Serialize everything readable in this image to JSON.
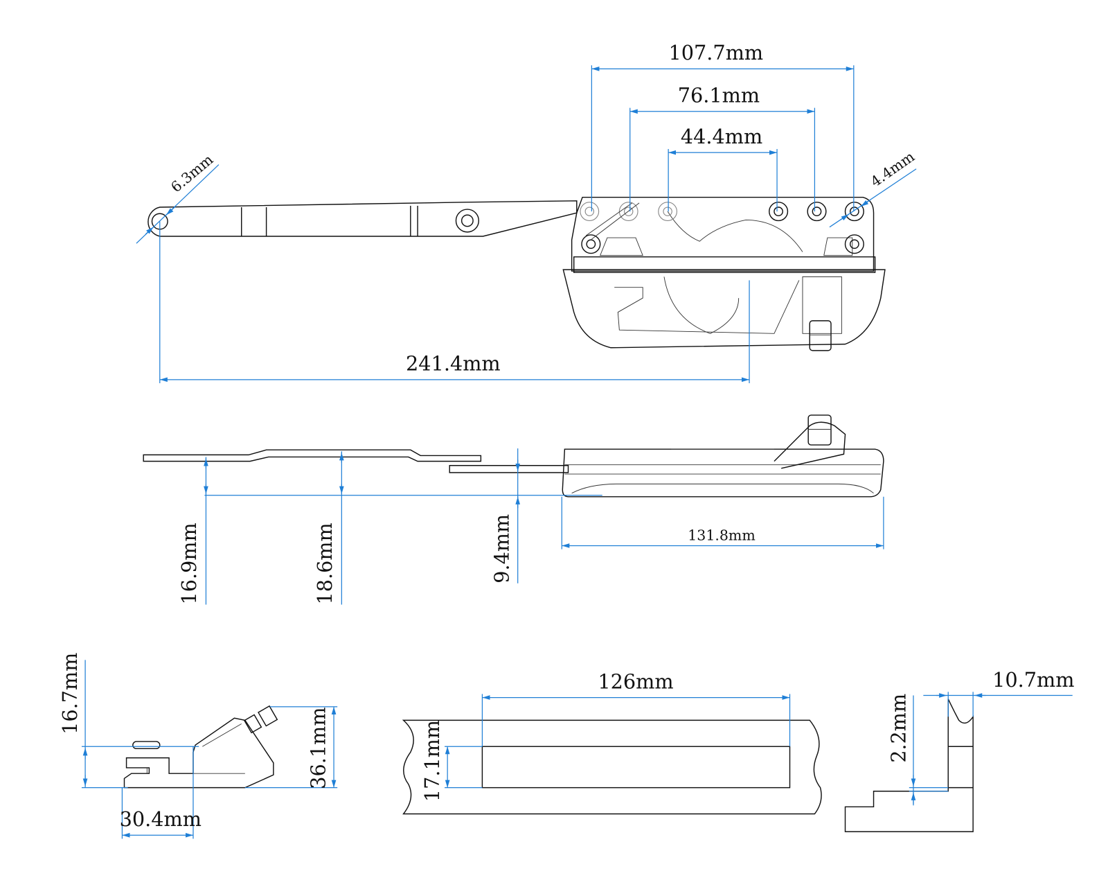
{
  "drawing": {
    "top_view": {
      "dims": {
        "holes_outer": "107.7mm",
        "holes_middle": "76.1mm",
        "holes_inner": "44.4mm",
        "arm_hole_dia": "6.3mm",
        "mount_hole_dia": "4.4mm",
        "arm_reach": "241.4mm"
      }
    },
    "side_view": {
      "dims": {
        "arm_height_1": "16.9mm",
        "arm_height_2": "18.6mm",
        "link_height": "9.4mm",
        "base_length": "131.8mm"
      }
    },
    "end_view": {
      "dims": {
        "base_height": "16.7mm",
        "overall_height": "36.1mm",
        "base_width": "30.4mm"
      }
    },
    "cutout_view": {
      "dims": {
        "slot_length": "126mm",
        "slot_width": "17.1mm"
      }
    },
    "profile_view": {
      "dims": {
        "offset": "10.7mm",
        "step": "2.2mm"
      }
    }
  },
  "colors": {
    "dimension": "#1f7fd6",
    "part": "#111111"
  }
}
